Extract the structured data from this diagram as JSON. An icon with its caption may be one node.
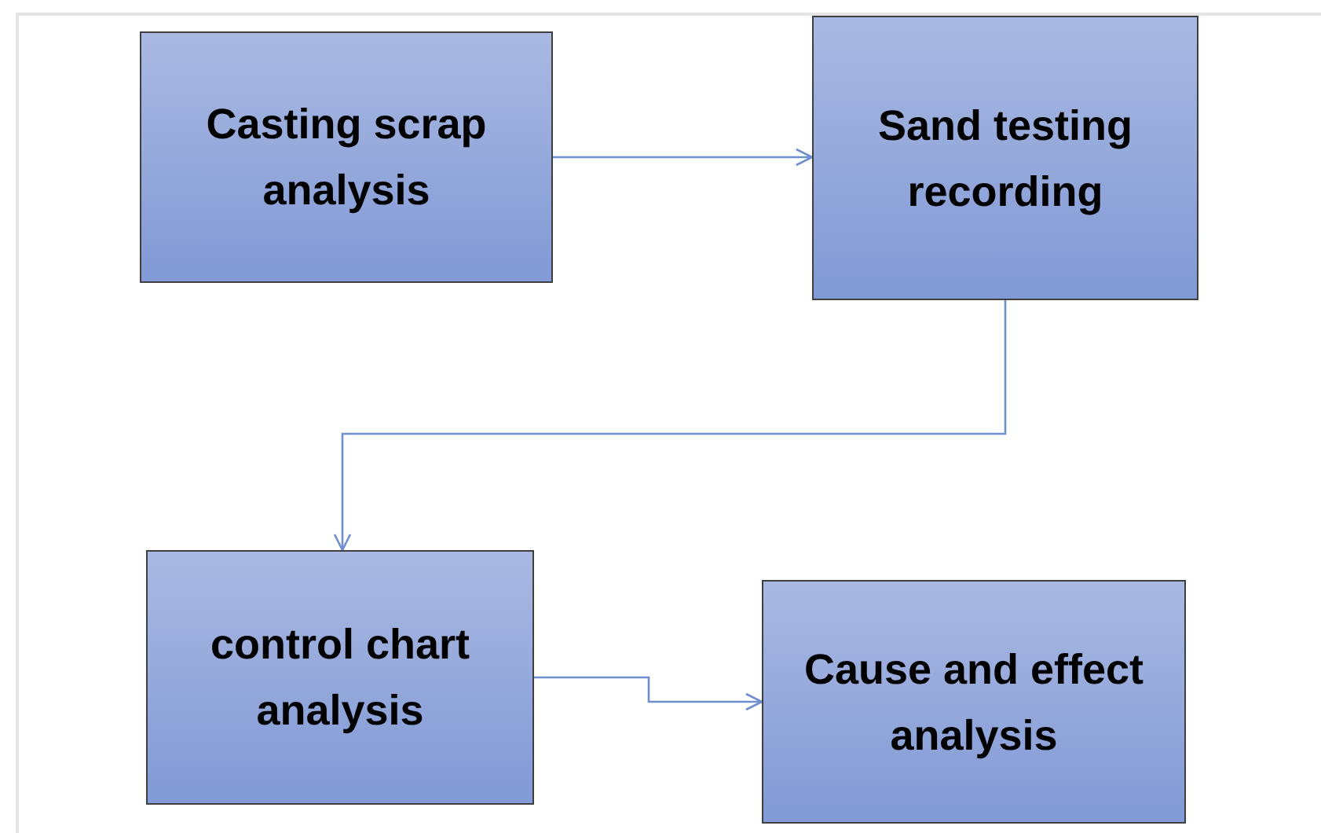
{
  "diagram": {
    "nodes": [
      {
        "text": [
          "Casting scrap analysis"
        ]
      },
      {
        "text": [
          "Sand testing recording"
        ]
      },
      {
        "text": [
          "control chart analysis"
        ]
      },
      {
        "text": [
          "Cause and effect analysis"
        ]
      }
    ],
    "edges": [
      {
        "from": 0,
        "to": 1,
        "arrow": "to"
      },
      {
        "from": 1,
        "to": 2,
        "arrow": "to"
      },
      {
        "from": 2,
        "to": 3,
        "arrow": "to"
      }
    ]
  }
}
